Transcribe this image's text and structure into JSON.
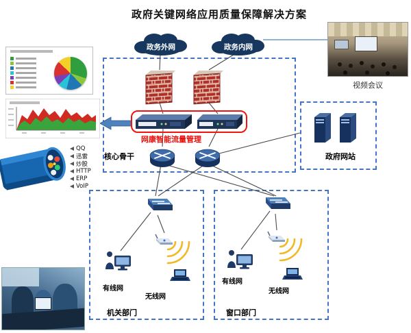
{
  "title": "政府关键网络应用质量保障解决方案",
  "clouds": {
    "extranet": "政务外网",
    "intranet": "政务内网"
  },
  "captions": {
    "video_conference": "视频会议",
    "gov_website": "政府网站",
    "core_backbone": "核心骨干",
    "traffic_management": "网康智能流量管理",
    "dept_left": "机关部门",
    "dept_right": "窗口部门"
  },
  "endpoints": {
    "wired": "有线网",
    "wireless": "无线网"
  },
  "apps": [
    "QQ",
    "迅雷",
    "炒股",
    "HTTP",
    "ERP",
    "VoIP"
  ],
  "colors": {
    "accent_blue": "#4472c4",
    "highlight_red": "#ee1410",
    "cloud_navy": "#17375e",
    "wifi_yellow": "#f2b826"
  }
}
